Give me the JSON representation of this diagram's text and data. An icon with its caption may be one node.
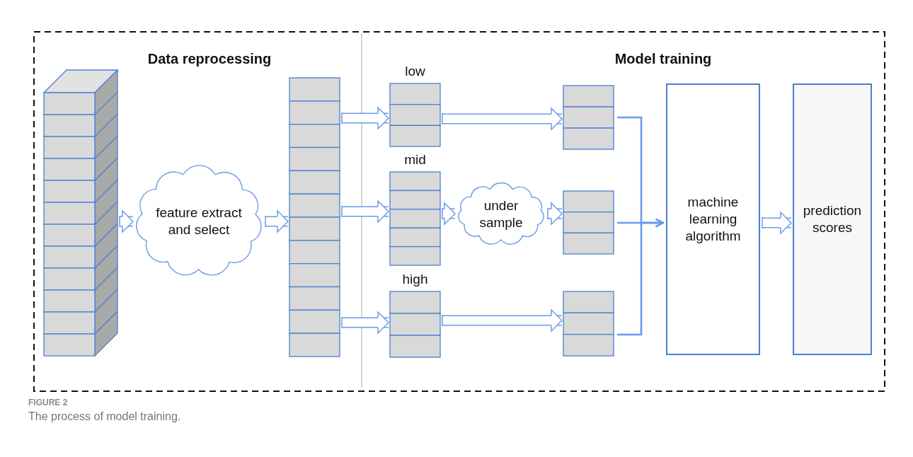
{
  "diagram": {
    "caption": "The process of model training.",
    "nodes": [
      {
        "text": [],
        "shape": "box"
      },
      {
        "text": [
          "feature extract and select"
        ]
      },
      {
        "text": [],
        "shape": "box"
      },
      {
        "text": [
          "low"
        ]
      },
      {
        "text": [
          "mid"
        ]
      },
      {
        "text": [
          "high"
        ]
      },
      {
        "text": [
          "under sample"
        ]
      },
      {
        "text": [],
        "shape": "box"
      },
      {
        "text": [],
        "shape": "box"
      },
      {
        "text": [],
        "shape": "box"
      },
      {
        "text": [
          "machine learning algorithm"
        ]
      },
      {
        "text": [
          "prediction scores"
        ]
      }
    ],
    "edges": [
      {
        "from": 0,
        "to": 1,
        "arrow": "to",
        "style": "thick"
      },
      {
        "from": 1,
        "to": 2,
        "arrow": "to",
        "style": "thick"
      },
      {
        "from": 2,
        "to": 3,
        "arrow": "to",
        "style": "thick"
      },
      {
        "from": 2,
        "to": 4,
        "arrow": "to",
        "style": "thick"
      },
      {
        "from": 2,
        "to": 5,
        "arrow": "to",
        "style": "thick"
      },
      {
        "from": 3,
        "to": 7,
        "arrow": "to",
        "style": "thick"
      },
      {
        "from": 4,
        "to": 6,
        "arrow": "to",
        "style": "thick"
      },
      {
        "from": 6,
        "to": 8,
        "arrow": "to",
        "style": "thick"
      },
      {
        "from": 5,
        "to": 9,
        "arrow": "to",
        "style": "thick"
      },
      {
        "from": 7,
        "to": 10,
        "arrow": "to"
      },
      {
        "from": 8,
        "to": 10,
        "arrow": "to"
      },
      {
        "from": 9,
        "to": 10,
        "arrow": "to"
      },
      {
        "from": 10,
        "to": 11,
        "arrow": "to",
        "style": "thick"
      }
    ],
    "labels": [
      "Data reprocessing",
      "Model training",
      "FIGURE 2"
    ]
  }
}
